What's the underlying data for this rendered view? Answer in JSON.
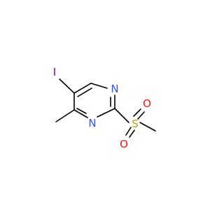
{
  "molecule": {
    "atoms": {
      "iodine": {
        "label": "I",
        "color": "#940094"
      },
      "n_top": {
        "label": "N",
        "color": "#3050F8"
      },
      "n_bottom": {
        "label": "N",
        "color": "#3050F8"
      },
      "sulfur": {
        "label": "S",
        "color": "#B8A000"
      },
      "oxygen_top": {
        "label": "O",
        "color": "#FF0D0D"
      },
      "oxygen_bottom": {
        "label": "O",
        "color": "#FF0D0D"
      }
    }
  }
}
